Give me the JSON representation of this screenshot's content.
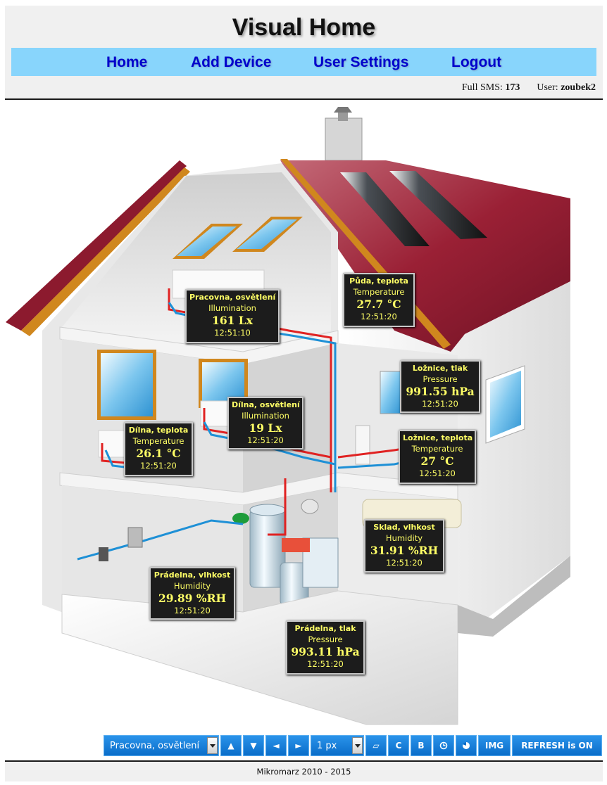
{
  "app": {
    "title": "Visual Home"
  },
  "nav": {
    "home": "Home",
    "add_device": "Add Device",
    "user_settings": "User Settings",
    "logout": "Logout"
  },
  "user_info": {
    "sms_label": "Full SMS:",
    "sms_count": "173",
    "user_label": "User:",
    "user_name": "zoubek2"
  },
  "sensors": [
    {
      "name": "Pracovna, osvětlení",
      "type": "Illumination",
      "value": "161 Lx",
      "time": "12:51:10"
    },
    {
      "name": "Půda, teplota",
      "type": "Temperature",
      "value": "27.7 °C",
      "time": "12:51:20"
    },
    {
      "name": "Ložnice, tlak",
      "type": "Pressure",
      "value": "991.55 hPa",
      "time": "12:51:20"
    },
    {
      "name": "Dílna, osvětlení",
      "type": "Illumination",
      "value": "19 Lx",
      "time": "12:51:20"
    },
    {
      "name": "Dílna, teplota",
      "type": "Temperature",
      "value": "26.1 °C",
      "time": "12:51:20"
    },
    {
      "name": "Ložnice, teplota",
      "type": "Temperature",
      "value": "27 °C",
      "time": "12:51:20"
    },
    {
      "name": "Sklad, vlhkost",
      "type": "Humidity",
      "value": "31.91 %RH",
      "time": "12:51:20"
    },
    {
      "name": "Prádelna, vlhkost",
      "type": "Humidity",
      "value": "29.89 %RH",
      "time": "12:51:20"
    },
    {
      "name": "Prádelna, tlak",
      "type": "Pressure",
      "value": "993.11 hPa",
      "time": "12:51:20"
    }
  ],
  "toolbar": {
    "device_select": "Pracovna, osvětlení",
    "up_icon": "▲",
    "down_icon": "▼",
    "left_icon": "◄",
    "right_icon": "►",
    "step_select": "1 px",
    "box_icon": "▱",
    "c_label": "C",
    "b_label": "B",
    "img_label": "IMG",
    "refresh_label": "REFRESH is ON"
  },
  "footer": {
    "text": "Mikromarz 2010 - 2015"
  },
  "colors": {
    "nav_bar": "#88d5fc",
    "nav_link": "#0000cc",
    "sensor_text": "#ffff66",
    "sensor_bg": "#1c1c1c",
    "toolbar_blue": "#1a7fdb",
    "roof": "#8c1a2e"
  }
}
